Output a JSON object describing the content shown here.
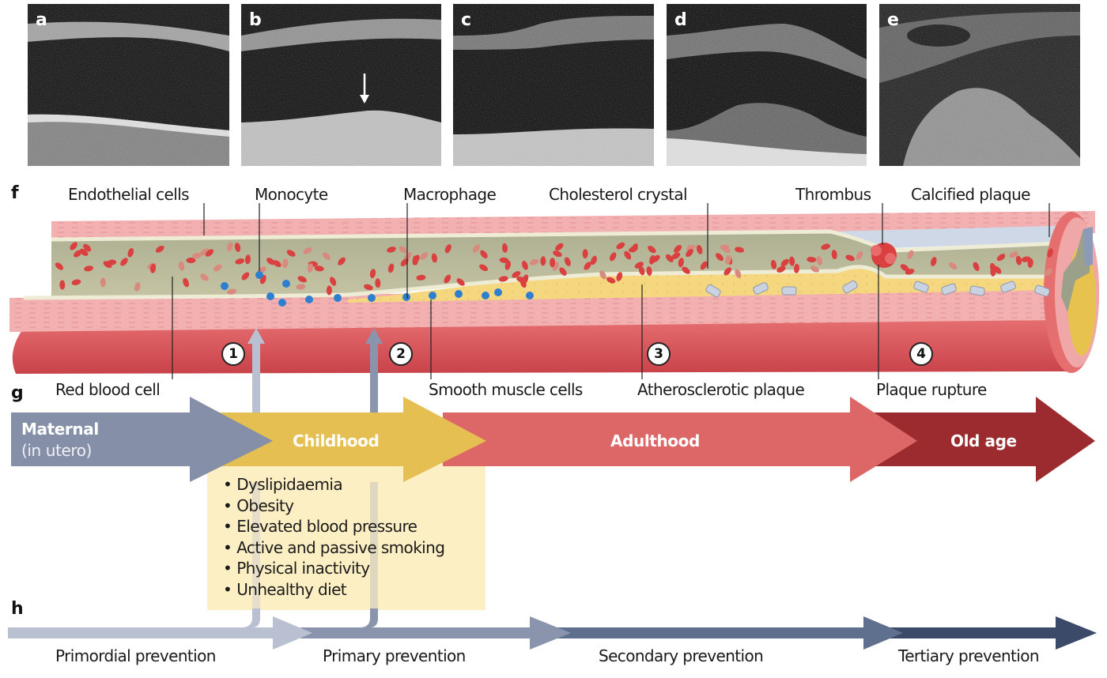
{
  "ultrasound_panels": [
    {
      "letter": "a",
      "description": "normal artery ultrasound"
    },
    {
      "letter": "b",
      "description": "intima-media thickening with arrow"
    },
    {
      "letter": "c",
      "description": "early plaque"
    },
    {
      "letter": "d",
      "description": "advanced plaque"
    },
    {
      "letter": "e",
      "description": "calcified plaque"
    }
  ],
  "section_letters": {
    "f": "f",
    "g": "g",
    "h": "h"
  },
  "artery_labels": {
    "endothelial_cells": "Endothelial cells",
    "monocyte": "Monocyte",
    "macrophage": "Macrophage",
    "cholesterol_crystal": "Cholesterol crystal",
    "thrombus": "Thrombus",
    "calcified_plaque": "Calcified plaque",
    "red_blood_cell": "Red blood cell",
    "smooth_muscle_cells": "Smooth muscle cells",
    "atherosclerotic_plaque": "Atherosclerotic plaque",
    "plaque_rupture": "Plaque rupture"
  },
  "stage_markers": [
    "1",
    "2",
    "3",
    "4"
  ],
  "life_stages": [
    {
      "label": "Maternal",
      "sublabel": "(in utero)",
      "color": "#8590a8"
    },
    {
      "label": "Childhood",
      "sublabel": "",
      "color": "#e5bf52"
    },
    {
      "label": "Adulthood",
      "sublabel": "",
      "color": "#dc6766"
    },
    {
      "label": "Old age",
      "sublabel": "",
      "color": "#9b2b2e"
    }
  ],
  "risk_factors": [
    "Dyslipidaemia",
    "Obesity",
    "Elevated blood pressure",
    "Active and passive smoking",
    "Physical inactivity",
    "Unhealthy diet"
  ],
  "prevention_stages": [
    {
      "label": "Primordial prevention",
      "color": "#b9c0d2"
    },
    {
      "label": "Primary prevention",
      "color": "#8a94ad"
    },
    {
      "label": "Secondary prevention",
      "color": "#5f6f8e"
    },
    {
      "label": "Tertiary prevention",
      "color": "#3b4a68"
    }
  ],
  "colors": {
    "artery_outer": "#d9585a",
    "artery_wall": "#f0a7a8",
    "lumen": "#a8ab8a",
    "plaque": "#f3d27a",
    "macrophage": "#2f7fd0",
    "rbc": "#d9403f",
    "calcified": "#c9d2e0",
    "risk_box": "#fdefc4"
  }
}
